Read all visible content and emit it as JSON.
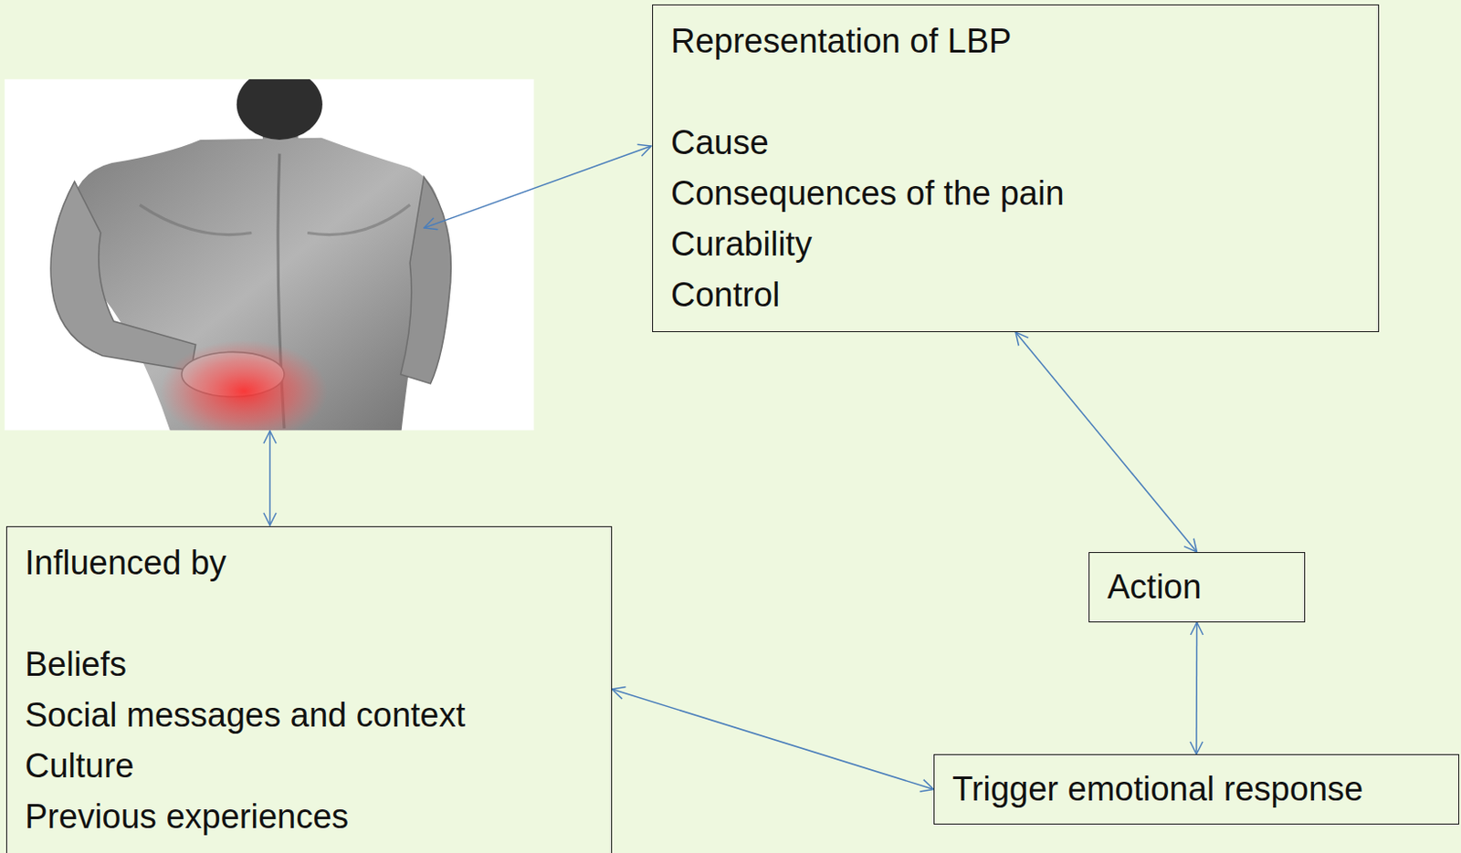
{
  "diagram": {
    "nodes": [
      {
        "text": [
          "Representation of LBP",
          "Cause",
          "Consequences of the pain",
          "Curability",
          "Control"
        ]
      },
      {
        "text": [
          "Influenced by",
          "Beliefs",
          "Social messages and context",
          "Culture",
          "Previous experiences"
        ]
      },
      {
        "text": [
          "Action"
        ]
      },
      {
        "text": [
          "Trigger emotional response"
        ]
      }
    ],
    "edges": [
      {
        "from": 0,
        "to": 2,
        "arrow": "both"
      },
      {
        "from": 2,
        "to": 3,
        "arrow": "both"
      },
      {
        "from": 1,
        "to": 3,
        "arrow": "both"
      }
    ]
  }
}
